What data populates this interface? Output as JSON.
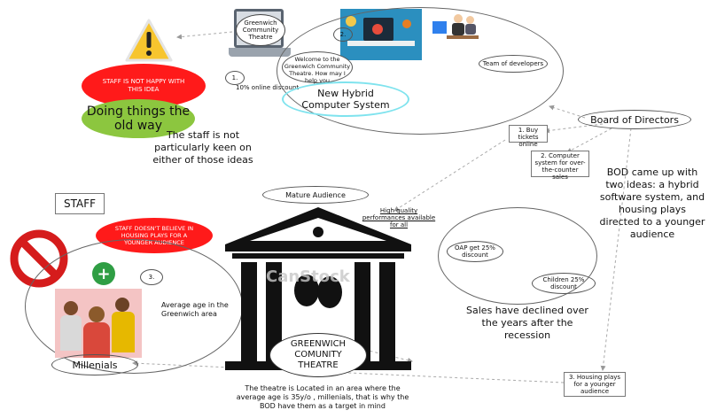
{
  "theatre_sign": {
    "line1": "Greenwich",
    "line2": "Community",
    "line3": "Theatre"
  },
  "marker_1": "1.",
  "marker_2": "2.",
  "marker_3": "3.",
  "online_discount": "10% online discount",
  "welcome_bubble": "Welcome to the Greenwich Community Theatre. How may I help you",
  "hybrid_system": "New Hybrid Computer System",
  "team_of_developers": "Team of developers",
  "staff_not_happy": "STAFF IS NOT HAPPY WITH THIS IDEA",
  "doing_things_old_way": "Doing things the old way",
  "staff_not_keen": "The staff is not particularly keen on either of those ideas",
  "board_of_directors": "Board of Directors",
  "idea_buy_tickets": "1. Buy tickets online",
  "idea_computer_system": "2. Computer system for over-the-counter sales",
  "bod_ideas": "BOD came up with two ideas: a hybrid software system, and housing plays directed to a younger audience",
  "staff_label": "STAFF",
  "staff_doesnt_believe": "STAFF DOESN'T BELIEVE IN HOUSING PLAYS FOR A YOUNGER AUDIENCE",
  "mature_audience": "Mature Audience",
  "high_quality": "High quality performances available for all",
  "oap_discount": "OAP get 25% discount",
  "children_discount": "Children 25% discount",
  "sales_declined": "Sales have declined over the years after the recession",
  "average_age": "Average age in the Greenwich area",
  "millenials": "Millenials",
  "theatre_name": {
    "line1": "GREENWICH",
    "line2": "COMUNITY",
    "line3": "THEATRE"
  },
  "watermark": "CanStock",
  "housing_plays": "3. Housing plays for a younger audience",
  "theatre_located": "The theatre is Located in an area where the average age is 35y/o , millenials, that is why the BOD have them as a target in mind",
  "colors": {
    "red_bubble": "#ff1a1a",
    "green_bubble": "#8cc63f",
    "warning": "#f7c52e",
    "cyan_ring": "#7fe3ee"
  }
}
